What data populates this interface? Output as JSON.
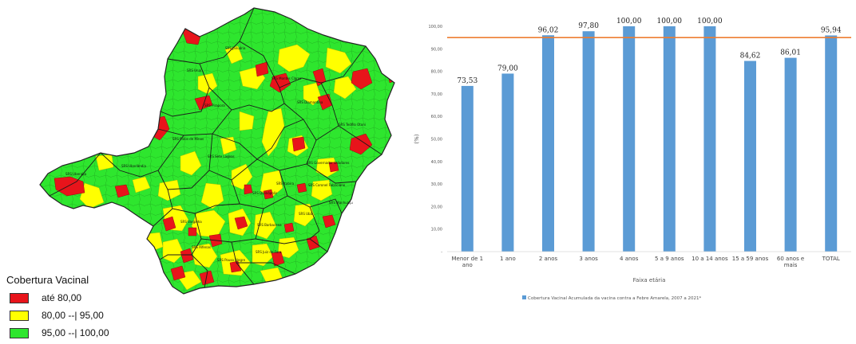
{
  "map": {
    "legend_title": "Cobertura Vacinal",
    "legend_items": [
      {
        "label": "até 80,00",
        "color": "#e8141b"
      },
      {
        "label": "80,00 --| 95,00",
        "color": "#ffff00"
      },
      {
        "label": "95,00 --| 100,00",
        "color": "#2ee62e"
      }
    ],
    "region_labels": [
      "SRS Januária",
      "SRS Unaí",
      "SRS Montes Claros",
      "SRS Pirapora",
      "SRS Diamantina",
      "SRS Teófilo Otoni",
      "SRS Patos de Minas",
      "SRS Sete Lagoas",
      "SRS Uberaba",
      "SRS Uberlândia",
      "SRS Governador Valadares",
      "SRS Itabira",
      "SRS Coronel Fabriciano",
      "SRS Manhuaçu",
      "SRS Divinópolis",
      "SRS Ubá",
      "SRS Barbacena",
      "SRS Varginha",
      "SRS Alfenas",
      "SRS Pouso Alegre",
      "SRS Juiz de Fora"
    ]
  },
  "chart_data": {
    "type": "bar",
    "categories": [
      "Menor de 1 ano",
      "1 ano",
      "2 anos",
      "3 anos",
      "4 anos",
      "5 a 9 anos",
      "10 a 14 anos",
      "15 a 59 anos",
      "60 anos e mais",
      "TOTAL"
    ],
    "values": [
      73.53,
      79.0,
      96.02,
      97.8,
      100.0,
      100.0,
      100.0,
      84.62,
      86.01,
      95.94
    ],
    "value_labels": [
      "73,53",
      "79,00",
      "96,02",
      "97,80",
      "100,00",
      "100,00",
      "100,00",
      "84,62",
      "86,01",
      "95,94"
    ],
    "y_ticks": [
      "-",
      "10,00",
      "20,00",
      "30,00",
      "40,00",
      "50,00",
      "60,00",
      "70,00",
      "80,00",
      "90,00",
      "100,00"
    ],
    "ylim": [
      0,
      100
    ],
    "target_line": 95,
    "xlabel": "Faixa etária",
    "ylabel": "(%)",
    "legend": "Cobertura Vacinal Acumulada da vacina contra a Febre Amarela, 2007 a 2021*",
    "legend_position": "bottom",
    "grid": false,
    "bar_color": "#5b9bd5",
    "target_color": "#ed7d31"
  }
}
